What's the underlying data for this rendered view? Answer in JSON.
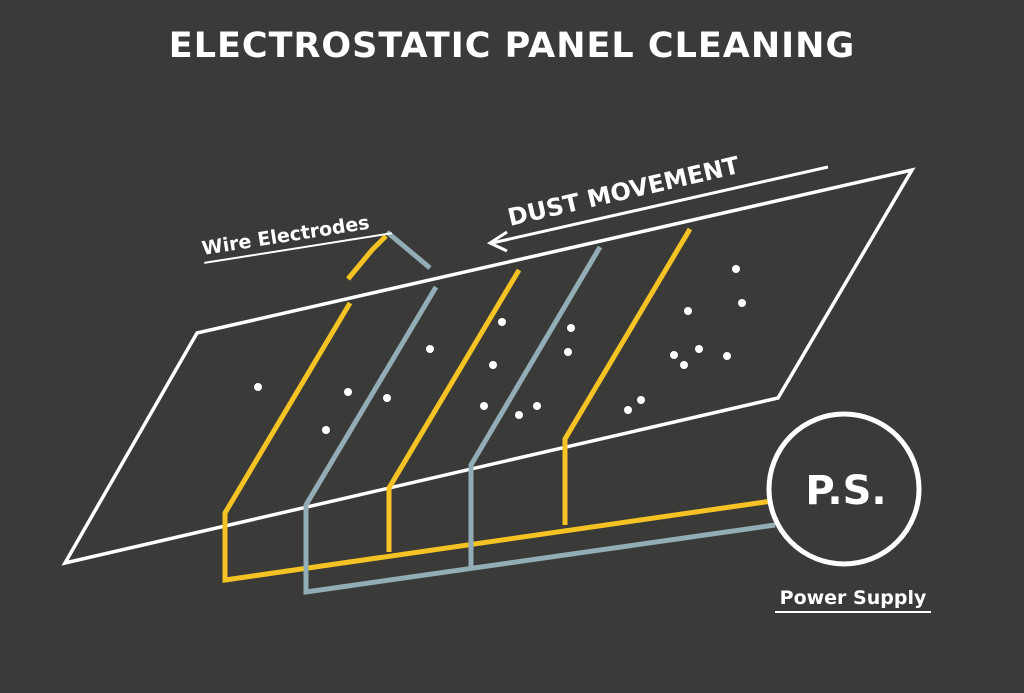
{
  "title": "ELECTROSTATIC PANEL CLEANING",
  "labels": {
    "wire_electrodes": "Wire  Electrodes",
    "dust_movement": "DUST MOVEMENT",
    "power_supply_abbr": "P.S.",
    "power_supply": "Power Supply"
  },
  "colors": {
    "background": "#3a3a38",
    "outline": "#ffffff",
    "yellow_wire": "#f5c324",
    "blue_wire": "#93adb6",
    "dust": "#ffffff"
  }
}
